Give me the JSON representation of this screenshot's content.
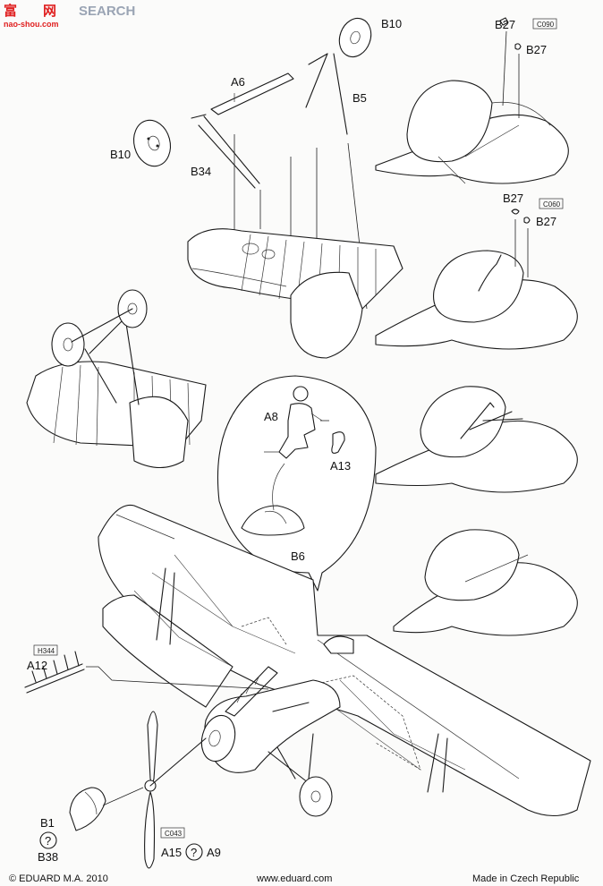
{
  "watermark": {
    "brand_cn": "富",
    "brand_mid": "网",
    "brand_en": "SEARCH",
    "url": "nao-shou.com"
  },
  "labels": {
    "b10_top": "B10",
    "a6": "A6",
    "b5": "B5",
    "b10_left": "B10",
    "b34": "B34",
    "b27_1a": "B27",
    "b27_1b": "B27",
    "c090_1": "C090",
    "b27_2a": "B27",
    "b27_2b": "B27",
    "c060_2": "C060",
    "a8": "A8",
    "a13": "A13",
    "b6": "B6",
    "h344": "H344",
    "a12": "A12",
    "b1": "B1",
    "b38": "B38",
    "c043": "C043",
    "a15": "A15",
    "a9": "A9",
    "question_mark": "?"
  },
  "footer": {
    "copyright": "© EDUARD  M.A. 2010",
    "website": "www.eduard.com",
    "origin": "Made in Czech Republic"
  }
}
